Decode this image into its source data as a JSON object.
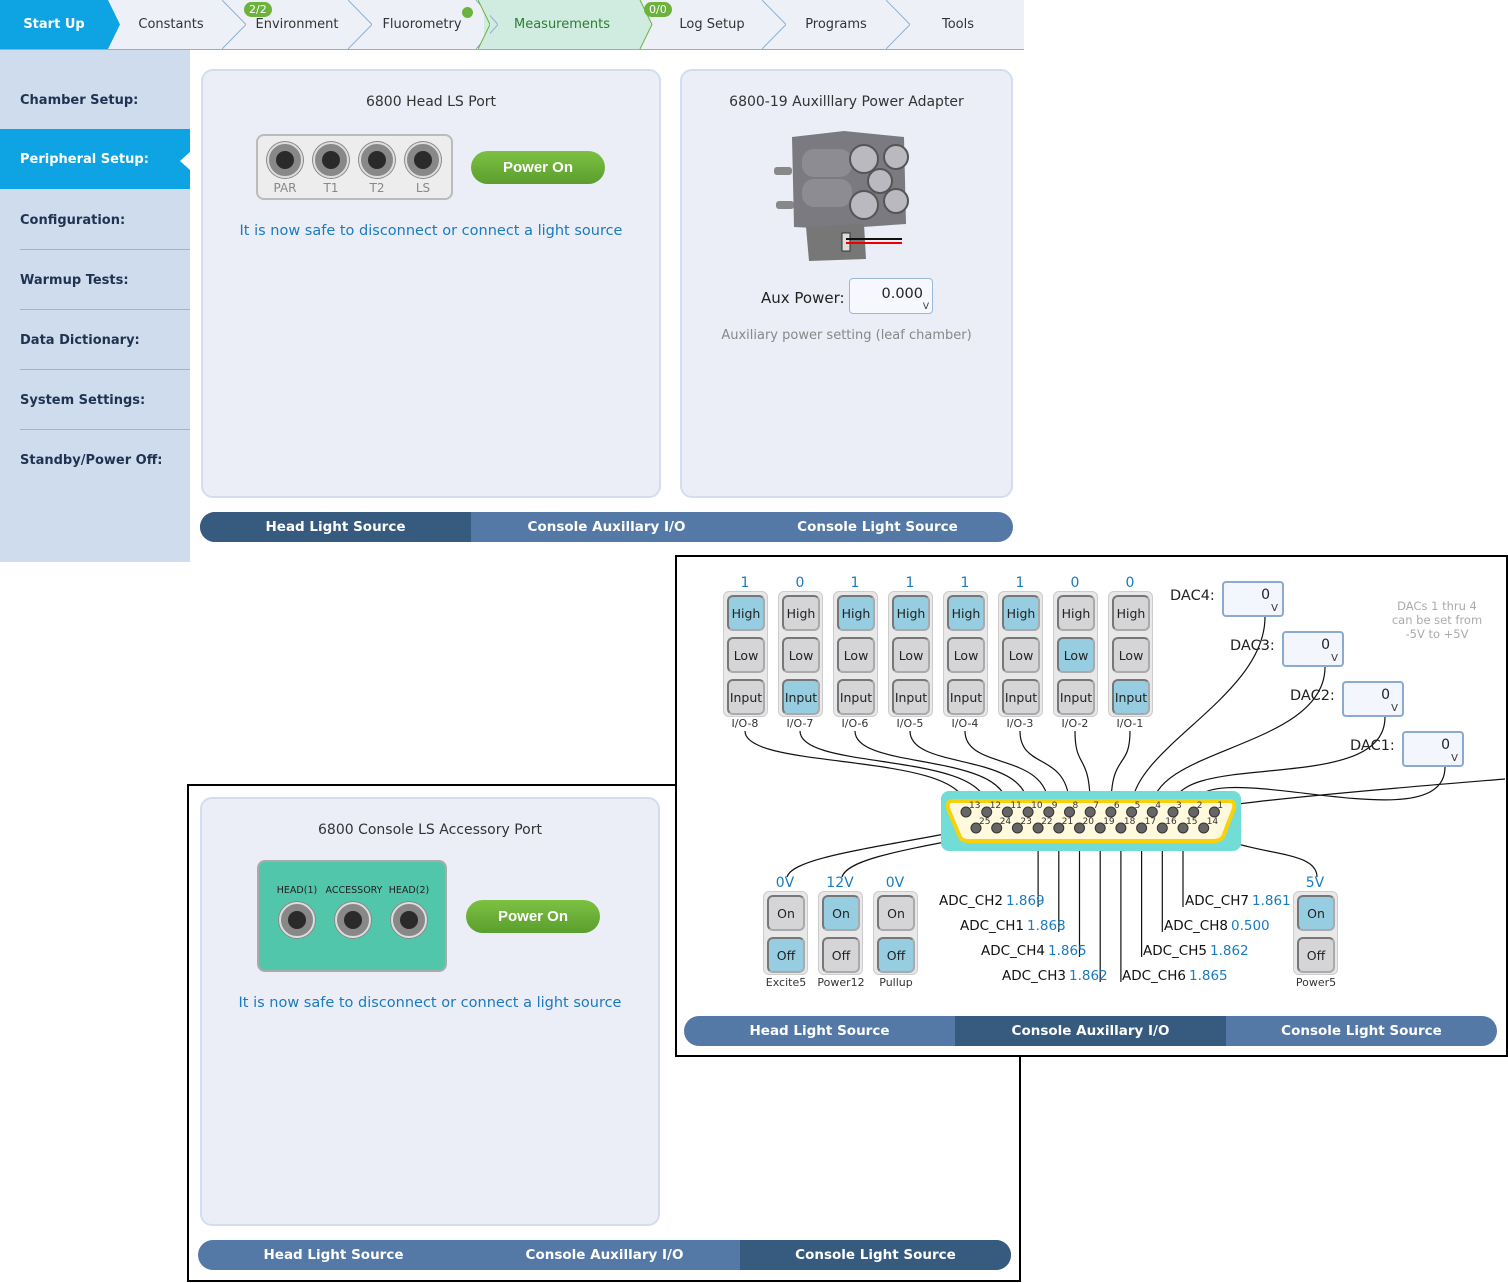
{
  "nav": {
    "steps": [
      {
        "label": "Start Up",
        "state": "active"
      },
      {
        "label": "Constants",
        "state": "normal"
      },
      {
        "label": "Environment",
        "state": "normal",
        "badge": "2/2"
      },
      {
        "label": "Fluorometry",
        "state": "normal",
        "status_dot": true
      },
      {
        "label": "Measurements",
        "state": "current"
      },
      {
        "label": "Log Setup",
        "state": "normal",
        "badge": "0/0"
      },
      {
        "label": "Programs",
        "state": "normal"
      },
      {
        "label": "Tools",
        "state": "normal"
      }
    ]
  },
  "sidebar": {
    "items": [
      {
        "label": "Chamber Setup:"
      },
      {
        "label": "Peripheral Setup:",
        "active": true
      },
      {
        "label": "Configuration:"
      },
      {
        "label": "Warmup Tests:"
      },
      {
        "label": "Data Dictionary:"
      },
      {
        "label": "System Settings:"
      },
      {
        "label": "Standby/Power Off:"
      }
    ]
  },
  "head_ls": {
    "title": "6800 Head LS Port",
    "ports": [
      "PAR",
      "T1",
      "T2",
      "LS"
    ],
    "power_button": "Power On",
    "message": "It is now safe to disconnect or connect a light source"
  },
  "aux_adapter": {
    "title": "6800-19 Auxilllary Power Adapter",
    "field_label": "Aux Power:",
    "value": "0.000",
    "unit": "V",
    "hint": "Auxiliary power setting (leaf chamber)"
  },
  "tabs": [
    "Head Light Source",
    "Console Auxillary I/O",
    "Console Light Source"
  ],
  "console_io": {
    "io_channels": [
      {
        "name": "I/O-8",
        "value": "1",
        "mode": "High"
      },
      {
        "name": "I/O-7",
        "value": "0",
        "mode": "Input"
      },
      {
        "name": "I/O-6",
        "value": "1",
        "mode": "High"
      },
      {
        "name": "I/O-5",
        "value": "1",
        "mode": "High"
      },
      {
        "name": "I/O-4",
        "value": "1",
        "mode": "High"
      },
      {
        "name": "I/O-3",
        "value": "1",
        "mode": "High"
      },
      {
        "name": "I/O-2",
        "value": "0",
        "mode": "Low"
      },
      {
        "name": "I/O-1",
        "value": "0",
        "mode": "Input"
      }
    ],
    "io_modes": [
      "High",
      "Low",
      "Input"
    ],
    "dacs": [
      {
        "label": "DAC4:",
        "value": "0",
        "unit": "V"
      },
      {
        "label": "DAC3:",
        "value": "0",
        "unit": "V"
      },
      {
        "label": "DAC2:",
        "value": "0",
        "unit": "V"
      },
      {
        "label": "DAC1:",
        "value": "0",
        "unit": "V"
      }
    ],
    "dac_note": "DACs 1 thru 4 can be set from -5V to +5V",
    "connector_pins_top": [
      "13",
      "12",
      "11",
      "10",
      "9",
      "8",
      "7",
      "6",
      "5",
      "4",
      "3",
      "2",
      "1"
    ],
    "connector_pins_bottom": [
      "25",
      "24",
      "23",
      "22",
      "21",
      "20",
      "19",
      "18",
      "17",
      "16",
      "15",
      "14"
    ],
    "switches": [
      {
        "name": "Excite5",
        "voltage": "0V",
        "state": "Off"
      },
      {
        "name": "Power12",
        "voltage": "12V",
        "state": "On"
      },
      {
        "name": "Pullup",
        "voltage": "0V",
        "state": "Off"
      },
      {
        "name": "Power5",
        "voltage": "5V",
        "state": "On"
      }
    ],
    "switch_labels": [
      "On",
      "Off"
    ],
    "adc": [
      {
        "name": "ADC_CH2",
        "value": "1.869"
      },
      {
        "name": "ADC_CH1",
        "value": "1.868"
      },
      {
        "name": "ADC_CH4",
        "value": "1.865"
      },
      {
        "name": "ADC_CH3",
        "value": "1.862"
      },
      {
        "name": "ADC_CH7",
        "value": "1.861"
      },
      {
        "name": "ADC_CH8",
        "value": "0.500"
      },
      {
        "name": "ADC_CH5",
        "value": "1.862"
      },
      {
        "name": "ADC_CH6",
        "value": "1.865"
      }
    ]
  },
  "console_ls": {
    "title": "6800 Console LS Accessory Port",
    "ports": [
      "HEAD(1)",
      "ACCESSORY",
      "HEAD(2)"
    ],
    "power_button": "Power On",
    "message": "It is now safe to disconnect or connect a light source"
  },
  "colors": {
    "active_nav": "#0ea3e2",
    "current_nav": "#d0ebe0",
    "badge": "#6cb33e",
    "power_button": "#6cb33e",
    "link_text": "#1a7bbf",
    "tab_bg": "#5479a6",
    "tab_active": "#375a7f",
    "toggle_on": "#96cde0",
    "connector_bg": "#72dcd6",
    "connector_ring": "#f9d10b",
    "console_port_bg": "#51c6ab"
  }
}
